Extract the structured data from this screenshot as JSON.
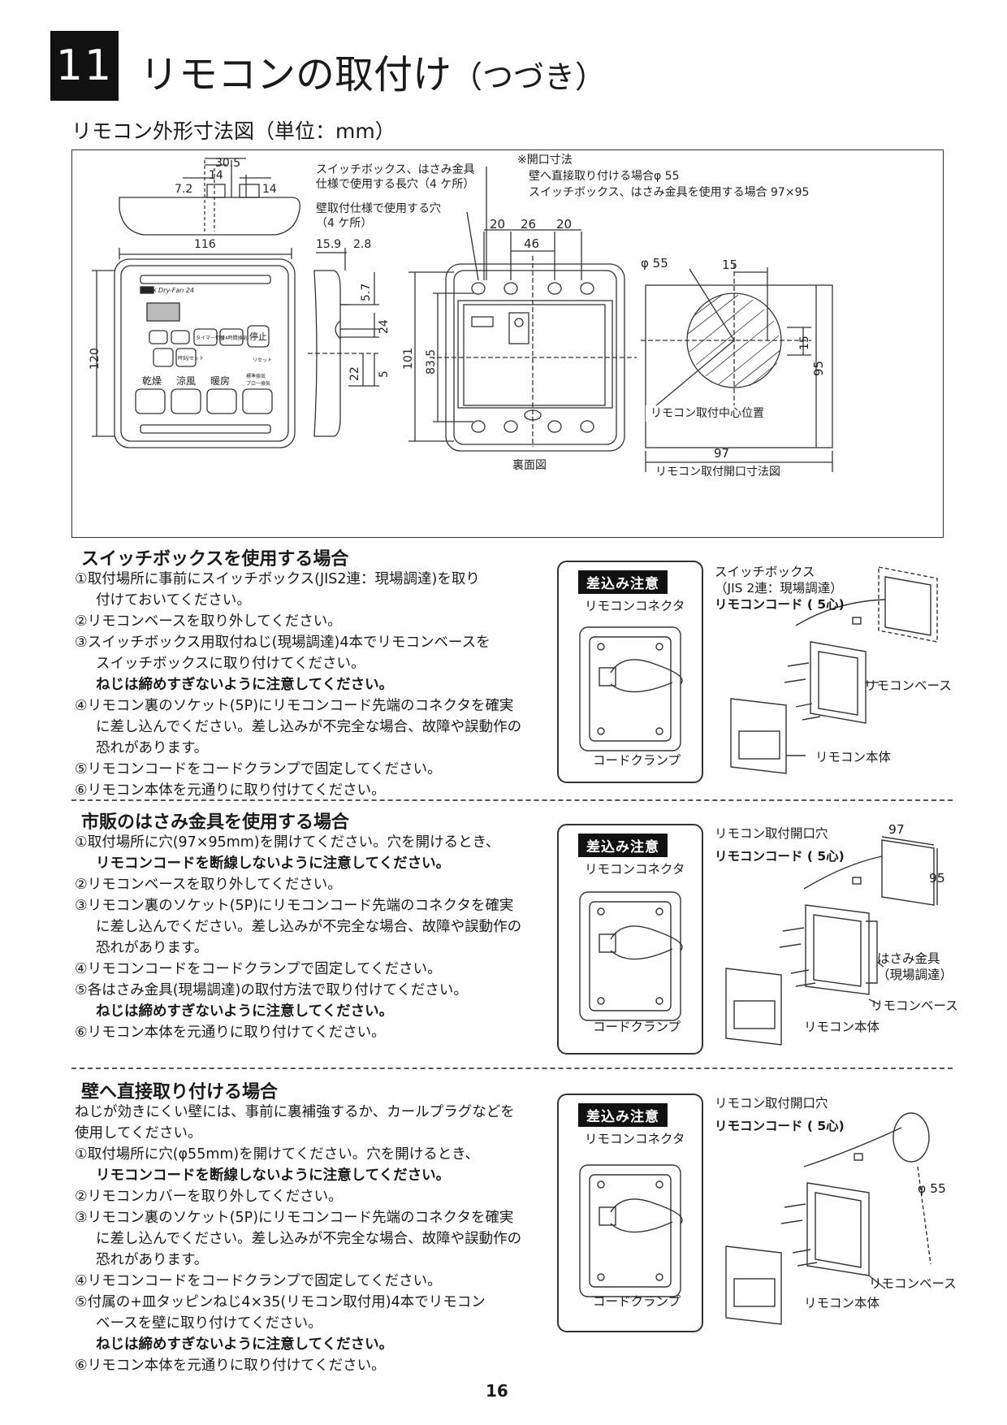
{
  "header": {
    "number": "11",
    "title": "リモコンの取付け",
    "subtitle": "（つづき）"
  },
  "dims": {
    "title": "リモコン外形寸法図（単位：mm）",
    "top_view": {
      "d1": "30.5",
      "d2": "14",
      "d3": "7.2",
      "d4": "14"
    },
    "front": {
      "width": "116",
      "height": "120",
      "panel": {
        "brand": "MAX",
        "model": "Dry-Fan 24",
        "keys": [
          "乾燥",
          "涼風",
          "暖房",
          "標準換気",
          "プロ一換気"
        ],
        "btn_timer": "タイマー切替",
        "btn_24h": "24時間換気",
        "btn_stop": "停止",
        "btn_reset": "時刻/セット",
        "reset_label": "リセット"
      }
    },
    "side": {
      "d1": "15.9",
      "d2": "2.8",
      "d3": "5.7",
      "d4": "24",
      "d5": "22",
      "d6": "5"
    },
    "back": {
      "note1": "スイッチボックス、はさみ金具",
      "note2": "仕様で使用する長穴（4 ケ所）",
      "note3": "壁取付仕様で使用する穴",
      "note4": "（4 ケ所）",
      "d20a": "20",
      "d26": "26",
      "d20b": "20",
      "d46": "46",
      "d101": "101",
      "d835": "83.5",
      "caption": "裏面図"
    },
    "open": {
      "n1": "※開口寸法",
      "n2": "壁へ直接取り付ける場合φ 55",
      "n3": "スイッチボックス、はさみ金具を使用する場合 97×95",
      "phi": "φ 55",
      "d15a": "15",
      "d15b": "15",
      "d97": "97",
      "d95": "95",
      "center": "リモコン取付中心位置",
      "caption": "リモコン取付開口寸法図"
    }
  },
  "case1": {
    "heading": "スイッチボックスを使用する場合",
    "lines": [
      {
        "text": "①取付場所に事前にスイッチボックス(JIS2連：現場調達)を取り",
        "cls": ""
      },
      {
        "text": "付けておいてください。",
        "cls": "ind"
      },
      {
        "text": "②リモコンベースを取り外してください。",
        "cls": ""
      },
      {
        "text": "③スイッチボックス用取付ねじ(現場調達)4本でリモコンベースを",
        "cls": ""
      },
      {
        "text": "スイッチボックスに取り付けてください。",
        "cls": "ind"
      },
      {
        "text": "ねじは締めすぎないように注意してください。",
        "cls": "ind b"
      },
      {
        "text": "④リモコン裏のソケット(5P)にリモコンコード先端のコネクタを確実",
        "cls": ""
      },
      {
        "text": "に差し込んでください。差し込みが不完全な場合、故障や誤動作の",
        "cls": "ind"
      },
      {
        "text": "恐れがあります。",
        "cls": "ind"
      },
      {
        "text": "⑤リモコンコードをコードクランプで固定してください。",
        "cls": ""
      },
      {
        "text": "⑥リモコン本体を元通りに取り付けてください。",
        "cls": ""
      }
    ],
    "fig": {
      "caution": "差込み注意",
      "connector": "リモコンコネクタ",
      "clamp": "コードクランプ",
      "box1": "スイッチボックス",
      "box2": "（JIS 2連：現場調達）",
      "cord": "リモコンコード ( 5心)",
      "base": "リモコンベース",
      "body": "リモコン本体"
    }
  },
  "case2": {
    "heading": "市販のはさみ金具を使用する場合",
    "lines": [
      {
        "text": "①取付場所に穴(97×95mm)を開けてください。穴を開けるとき、",
        "cls": ""
      },
      {
        "text": "リモコンコードを断線しないように注意してください。",
        "cls": "ind b"
      },
      {
        "text": "②リモコンベースを取り外してください。",
        "cls": ""
      },
      {
        "text": "③リモコン裏のソケット(5P)にリモコンコード先端のコネクタを確実",
        "cls": ""
      },
      {
        "text": "に差し込んでください。差し込みが不完全な場合、故障や誤動作の",
        "cls": "ind"
      },
      {
        "text": "恐れがあります。",
        "cls": "ind"
      },
      {
        "text": "④リモコンコードをコードクランプで固定してください。",
        "cls": ""
      },
      {
        "text": "⑤各はさみ金具(現場調達)の取付方法で取り付けてください。",
        "cls": ""
      },
      {
        "text": "ねじは締めすぎないように注意してください。",
        "cls": "ind b"
      },
      {
        "text": "⑥リモコン本体を元通りに取り付けてください。",
        "cls": ""
      }
    ],
    "fig": {
      "caution": "差込み注意",
      "connector": "リモコンコネクタ",
      "clamp": "コードクランプ",
      "hole": "リモコン取付開口穴",
      "cord": "リモコンコード ( 5心)",
      "d97": "97",
      "d95": "95",
      "clip1": "はさみ金具",
      "clip2": "（現場調達）",
      "base": "リモコンベース",
      "body": "リモコン本体"
    }
  },
  "case3": {
    "heading": "壁へ直接取り付ける場合",
    "lines": [
      {
        "text": "ねじが効きにくい壁には、事前に裏補強するか、カールプラグなどを",
        "cls": ""
      },
      {
        "text": "使用してください。",
        "cls": ""
      },
      {
        "text": "①取付場所に穴(φ55mm)を開けてください。穴を開けるとき、",
        "cls": ""
      },
      {
        "text": "リモコンコードを断線しないように注意してください。",
        "cls": "ind b"
      },
      {
        "text": "②リモコンカバーを取り外してください。",
        "cls": ""
      },
      {
        "text": "③リモコン裏のソケット(5P)にリモコンコード先端のコネクタを確実",
        "cls": ""
      },
      {
        "text": "に差し込んでください。差し込みが不完全な場合、故障や誤動作の",
        "cls": "ind"
      },
      {
        "text": "恐れがあります。",
        "cls": "ind"
      },
      {
        "text": "④リモコンコードをコードクランプで固定してください。",
        "cls": ""
      },
      {
        "text": "⑤付属の+皿タッピンねじ4×35(リモコン取付用)4本でリモコン",
        "cls": ""
      },
      {
        "text": "ベースを壁に取り付けてください。",
        "cls": "ind"
      },
      {
        "text": "ねじは締めすぎないように注意してください。",
        "cls": "ind b"
      },
      {
        "text": "⑥リモコン本体を元通りに取り付けてください。",
        "cls": ""
      }
    ],
    "fig": {
      "caution": "差込み注意",
      "connector": "リモコンコネクタ",
      "clamp": "コードクランプ",
      "hole": "リモコン取付開口穴",
      "cord": "リモコンコード ( 5心)",
      "phi": "φ 55",
      "base": "リモコンベース",
      "body": "リモコン本体"
    }
  },
  "page": "16"
}
